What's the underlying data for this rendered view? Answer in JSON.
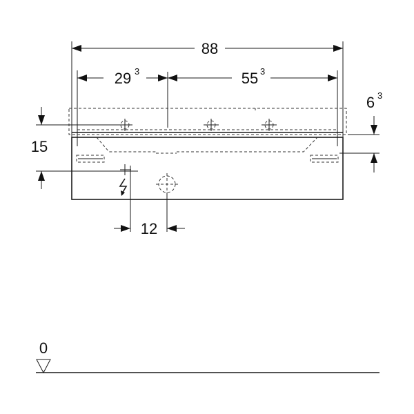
{
  "dimensions": {
    "overall_width": {
      "base": "88",
      "sup": ""
    },
    "left_offset": {
      "base": "29",
      "sup": "3"
    },
    "right_offset": {
      "base": "55",
      "sup": "3"
    },
    "top_depth": {
      "base": "6",
      "sup": "3"
    },
    "left_height": {
      "base": "15",
      "sup": ""
    },
    "bottom_offset": {
      "base": "12",
      "sup": ""
    }
  },
  "floor": {
    "label": "0"
  },
  "icons": [
    "electrical-symbol-icon",
    "crosshair-icon",
    "floor-level-triangle-icon"
  ]
}
